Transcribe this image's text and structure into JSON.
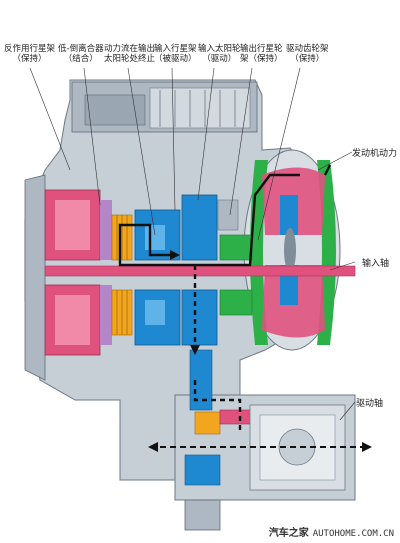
{
  "labels": {
    "reaction_carrier": [
      "反作用行星架",
      "（保持）"
    ],
    "low_reverse_clutch": [
      "低-倒离合器",
      "（结合）"
    ],
    "power_flow": [
      "动力流在输出",
      "太阳轮处终止"
    ],
    "input_carrier": [
      "输入行星架",
      "（被驱动）"
    ],
    "input_sun": [
      "输入太阳轮",
      "（驱动）"
    ],
    "output_sun_carrier": [
      "输出行星轮",
      "架（保持）"
    ],
    "drive_sprocket": [
      "驱动齿轮架",
      "（保持）"
    ],
    "engine_power": "发动机动力",
    "input_shaft": "输入轴",
    "drive_axle": "驱动轴"
  },
  "watermark": {
    "brand": "汽车之家",
    "url": "AUTOHOME.COM.CN"
  },
  "colors": {
    "housing": "#b9c3cc",
    "housing_dark": "#7f8d99",
    "pink": "#e0527e",
    "blue": "#1e88d0",
    "green": "#2eb049",
    "orange": "#f2a51e",
    "purple": "#b485c8",
    "power_line": "#111111"
  }
}
